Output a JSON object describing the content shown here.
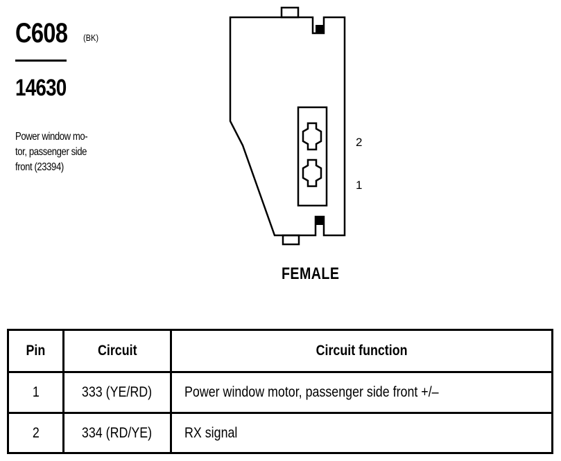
{
  "connector": {
    "id": "C608",
    "color": "(BK)",
    "part_number": "14630",
    "description_lines": [
      "Power window mo-",
      "tor, passenger side",
      "front (23394)"
    ],
    "view": "FEMALE",
    "pin_labels": [
      "2",
      "1"
    ]
  },
  "table": {
    "headers": [
      "Pin",
      "Circuit",
      "Circuit function"
    ],
    "rows": [
      {
        "pin": "1",
        "circuit": "333 (YE/RD)",
        "function": "Power window motor, passenger side front  +/–"
      },
      {
        "pin": "2",
        "circuit": "334 (RD/YE)",
        "function": "RX signal"
      }
    ]
  }
}
